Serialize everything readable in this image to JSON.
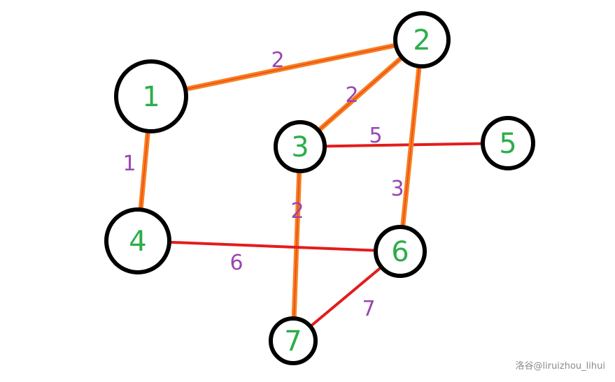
{
  "colors": {
    "node_stroke": "#000000",
    "node_label": "#2cae4a",
    "edge_plain": "#e31c1c",
    "edge_highlight": "#f7801f",
    "weight_label": "#9a46b0"
  },
  "nodes": [
    {
      "id": "n1",
      "label": "1"
    },
    {
      "id": "n2",
      "label": "2"
    },
    {
      "id": "n3",
      "label": "3"
    },
    {
      "id": "n4",
      "label": "4"
    },
    {
      "id": "n5",
      "label": "5"
    },
    {
      "id": "n6",
      "label": "6"
    },
    {
      "id": "n7",
      "label": "7"
    }
  ],
  "edges": [
    {
      "id": "e1-2",
      "from": "1",
      "to": "2",
      "weight": "2",
      "highlighted": true
    },
    {
      "id": "e2-3",
      "from": "2",
      "to": "3",
      "weight": "2",
      "highlighted": true
    },
    {
      "id": "e1-4",
      "from": "1",
      "to": "4",
      "weight": "1",
      "highlighted": true
    },
    {
      "id": "e3-5",
      "from": "3",
      "to": "5",
      "weight": "5",
      "highlighted": false
    },
    {
      "id": "e2-6",
      "from": "2",
      "to": "6",
      "weight": "3",
      "highlighted": true
    },
    {
      "id": "e3-7",
      "from": "3",
      "to": "7",
      "weight": "2",
      "highlighted": true
    },
    {
      "id": "e4-6",
      "from": "4",
      "to": "6",
      "weight": "6",
      "highlighted": false
    },
    {
      "id": "e6-7",
      "from": "6",
      "to": "7",
      "weight": "7",
      "highlighted": false
    }
  ],
  "watermark": "洛谷@liruizhou_lihui"
}
